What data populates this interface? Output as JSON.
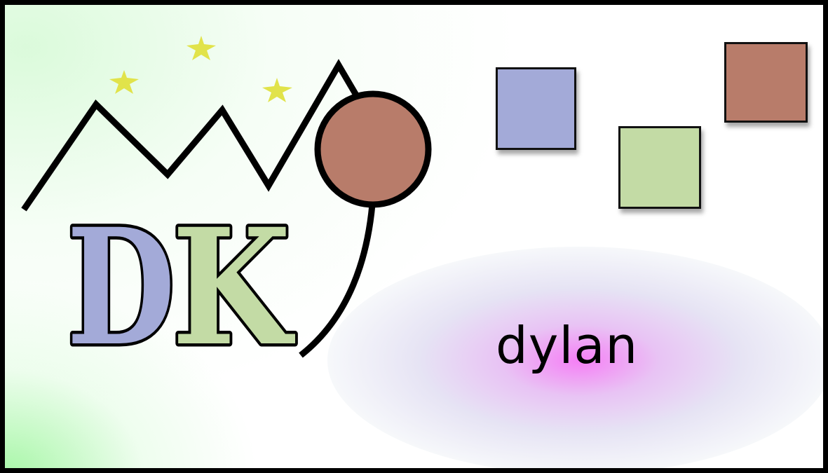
{
  "logo": {
    "letters": "DK",
    "letter_d": "D",
    "letter_k": "K"
  },
  "name": "dylan",
  "colors": {
    "border": "#000000",
    "blue": "#a3aad8",
    "green": "#c3dba5",
    "brown": "#b87c6a",
    "star": "#e1e34a",
    "glow": "#f578f5"
  },
  "shapes": {
    "stars": 3,
    "squares": [
      "blue",
      "green",
      "brown"
    ],
    "circle": "brown"
  }
}
